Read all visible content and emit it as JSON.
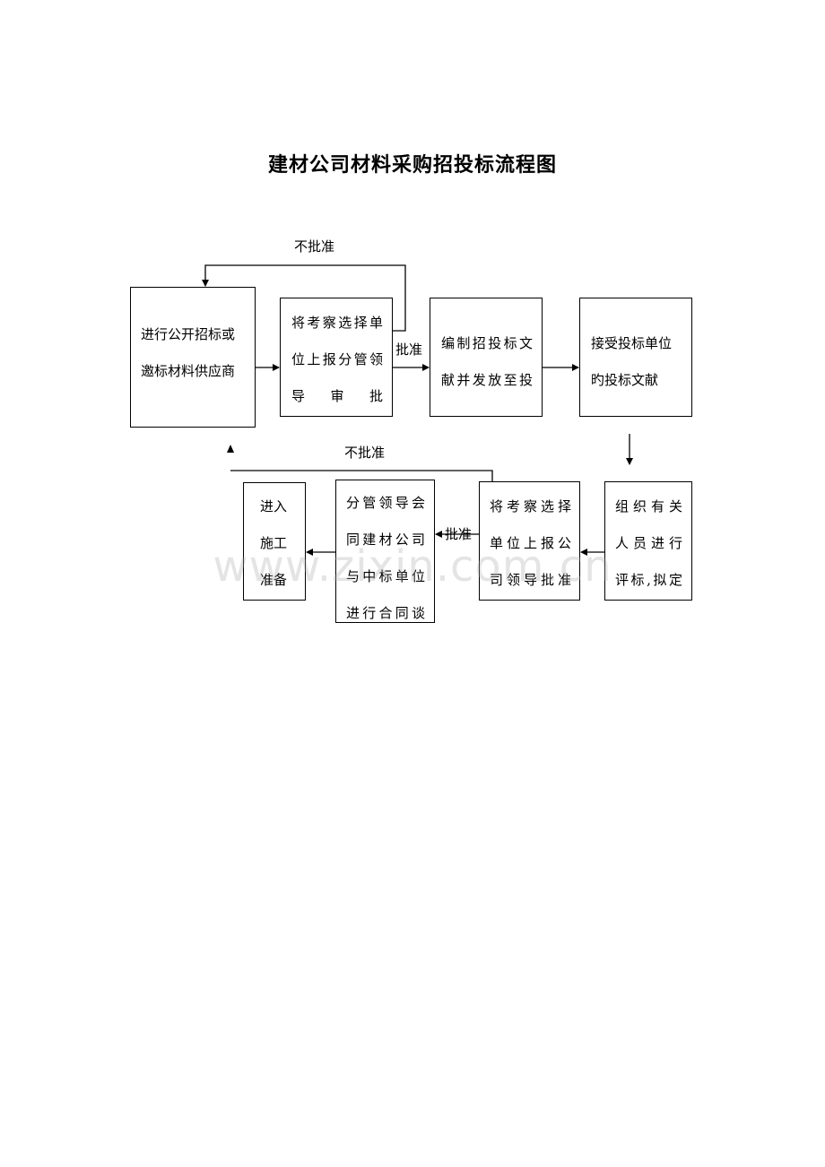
{
  "title": "建材公司材料采购招投标流程图",
  "nodes": {
    "n1": "进行公开招标或\n邀标材料供应商",
    "n2": "将考察选择单\n位上报分管领\n导审批",
    "n3": "编制招投标文\n献并发放至投",
    "n4": "接受投标单位\n旳投标文献",
    "n5": "组织有关\n人员进行\n评标,拟定",
    "n6": "将考察选择\n单位上报公\n司领导批准",
    "n7": "分管领导会\n同建材公司\n与中标单位\n进行合同谈",
    "n8": "进入\n施工\n准备"
  },
  "edge_labels": {
    "reject_top": "不批准",
    "approve_top": "批准",
    "reject_bottom": "不批准",
    "approve_bottom": "批准"
  },
  "watermark": "www.zixin.com.cn"
}
